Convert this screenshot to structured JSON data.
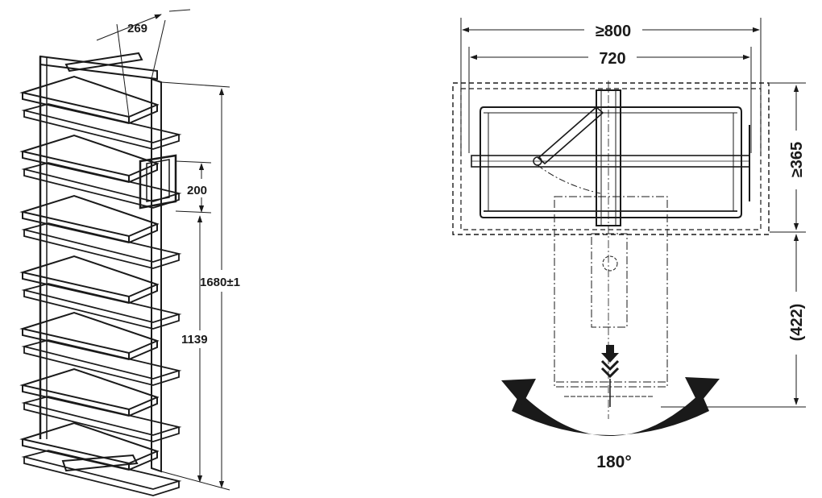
{
  "diagram": {
    "left_view": {
      "dim_depth": "269",
      "dim_shelf_spacing": "200",
      "dim_total_height": "1680±1",
      "dim_lower_height": "1139"
    },
    "right_view": {
      "dim_min_width": "≥800",
      "dim_width": "720",
      "dim_min_depth": "≥365",
      "dim_swing_clearance": "(422)",
      "rotation_angle": "180°"
    },
    "colors": {
      "ink": "#1a1a1a",
      "paper": "#ffffff",
      "shade": "#d9d9d9"
    }
  }
}
